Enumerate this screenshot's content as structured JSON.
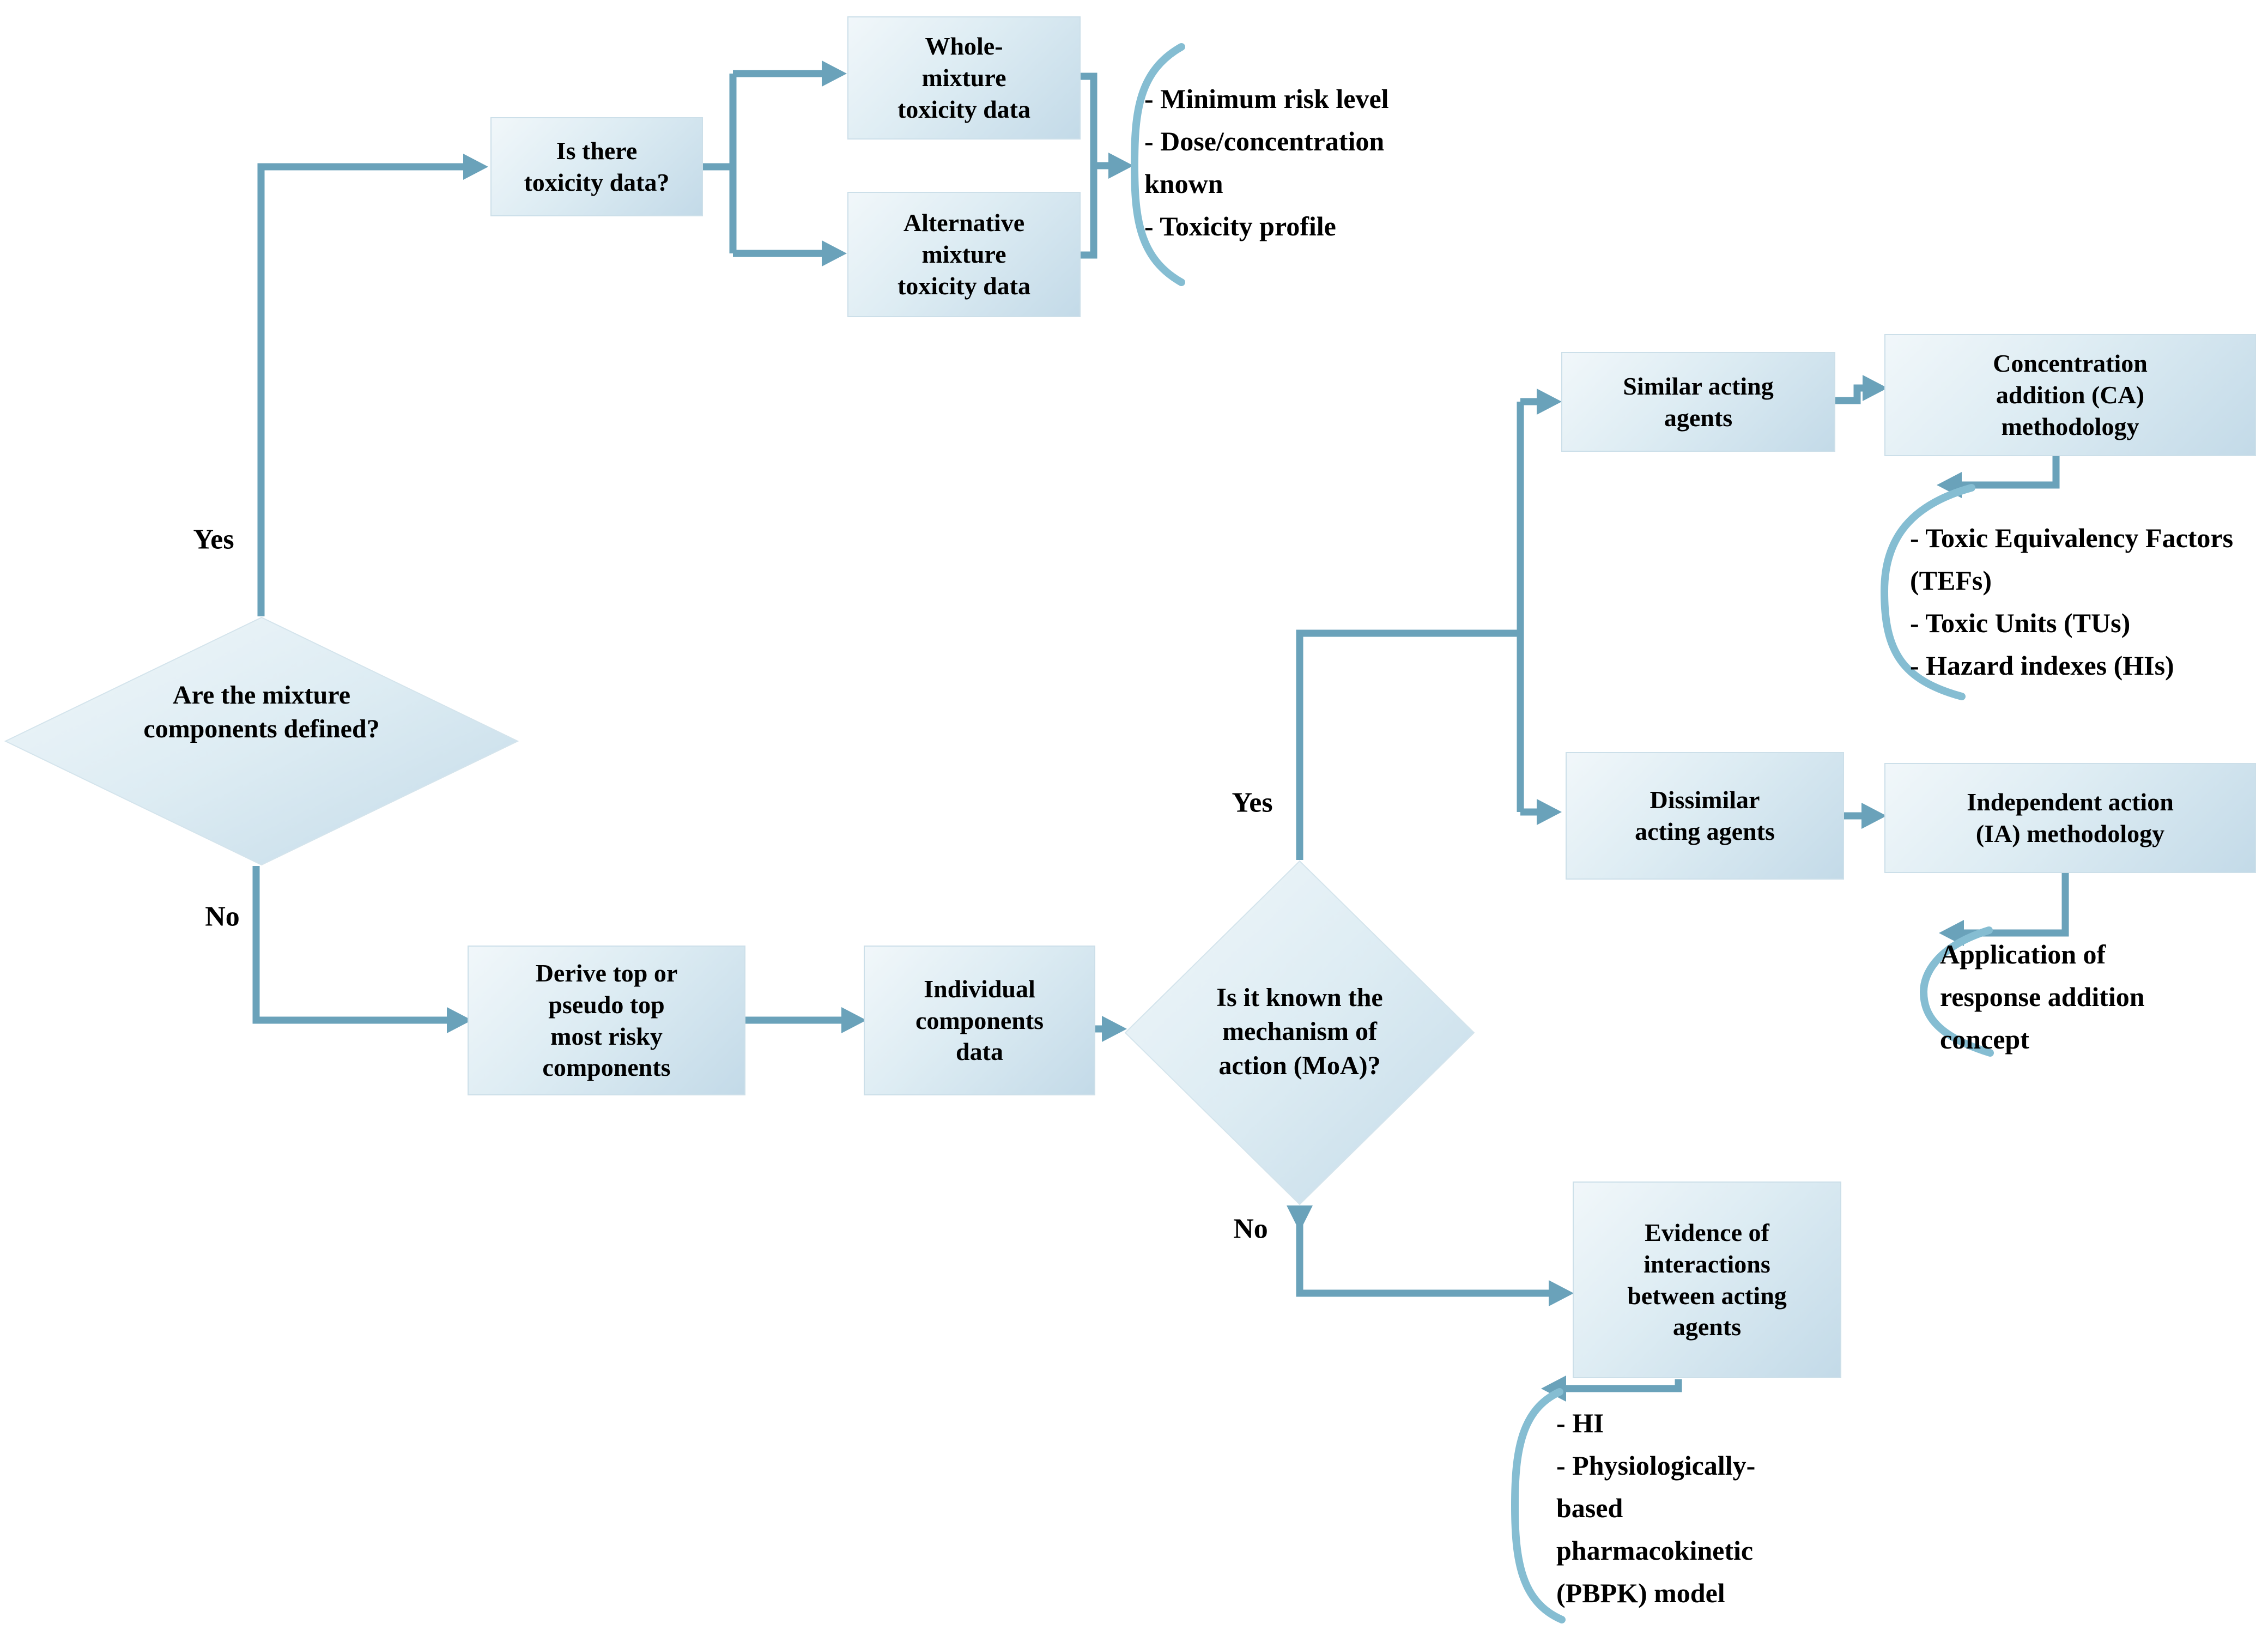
{
  "title": "Mixture risk assessment decision flowchart",
  "accent": {
    "connector_color": "#6aa2ba",
    "bracket_color": "#85bdd2",
    "node_fill_light": "#f1f7fa",
    "node_fill_dark": "#c3dae8",
    "text_color": "#000000",
    "background": "#ffffff"
  },
  "nodes": {
    "q_components_defined": {
      "label": "Are the mixture\ncomponents defined?"
    },
    "q_toxicity_data": {
      "label": "Is there\ntoxicity data?"
    },
    "whole_mixture": {
      "label": "Whole-\nmixture\ntoxicity data"
    },
    "alternative_mixture": {
      "label": "Alternative\nmixture\ntoxicity data"
    },
    "derive_components": {
      "label": "Derive top or\npseudo top\nmost risky\ncomponents"
    },
    "individual_components": {
      "label": "Individual\ncomponents\ndata"
    },
    "q_moa": {
      "label": "Is it known the\nmechanism of\naction (MoA)?"
    },
    "similar_agents": {
      "label": "Similar acting\nagents"
    },
    "ca_methodology": {
      "label": "Concentration\naddition (CA)\nmethodology"
    },
    "dissimilar_agents": {
      "label": "Dissimilar\nacting agents"
    },
    "ia_methodology": {
      "label": "Independent action\n(IA) methodology"
    },
    "evidence_interactions": {
      "label": "Evidence of\ninteractions\nbetween acting\nagents"
    }
  },
  "branch_labels": {
    "yes_components": "Yes",
    "no_components": "No",
    "yes_moa": "Yes",
    "no_moa": "No"
  },
  "note_lists": {
    "mixture_data_notes": {
      "items": [
        "- Minimum risk level",
        "- Dose/concentration known",
        "- Toxicity profile"
      ]
    },
    "ca_notes": {
      "items": [
        "- Toxic Equivalency Factors (TEFs)",
        "- Toxic Units (TUs)",
        "- Hazard indexes (HIs)"
      ]
    },
    "ia_notes": {
      "items": [
        "Application of response addition concept"
      ]
    },
    "evidence_notes": {
      "items": [
        "- HI",
        "- Physiologically-based pharmacokinetic (PBPK) model"
      ]
    }
  }
}
